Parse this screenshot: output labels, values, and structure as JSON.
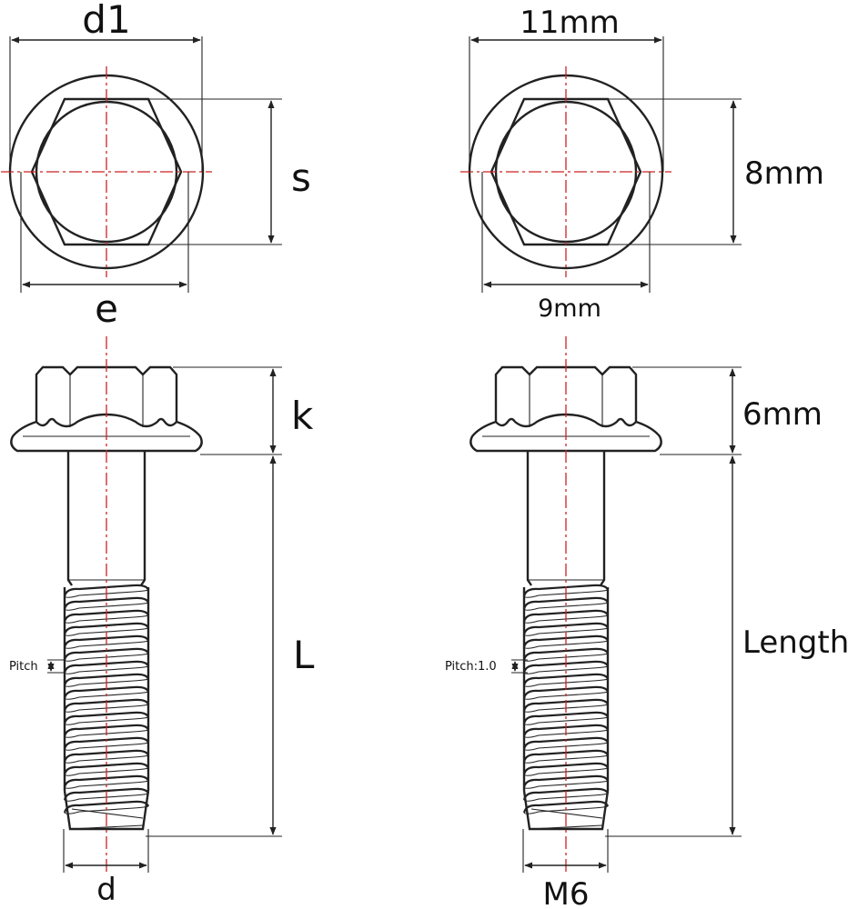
{
  "colors": {
    "ink": "#222222",
    "centerline": "#cc2222",
    "background": "#ffffff"
  },
  "left": {
    "head_width_label": "d1",
    "across_flats_label": "s",
    "across_corners_label": "e",
    "head_height_label": "k",
    "length_label": "L",
    "pitch_label": "Pitch",
    "diameter_label": "d"
  },
  "right": {
    "head_width_label": "11mm",
    "across_flats_label": "8mm",
    "across_corners_label": "9mm",
    "head_height_label": "6mm",
    "length_label": "Length",
    "pitch_label": "Pitch:1.0",
    "diameter_label": "M6"
  }
}
